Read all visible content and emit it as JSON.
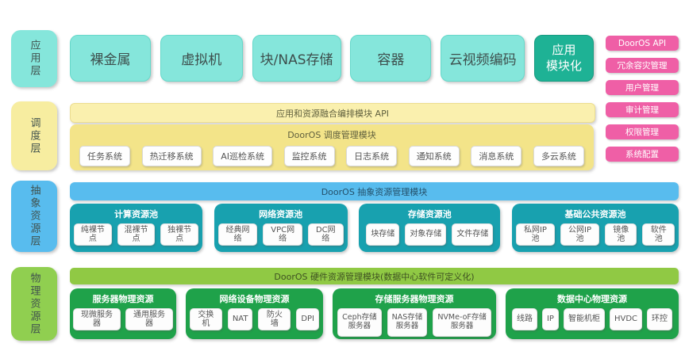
{
  "layers": {
    "app": {
      "label": "应用层",
      "boxes": [
        "裸金属",
        "虚拟机",
        "块/NAS存储",
        "容器",
        "云视频编码"
      ],
      "highlight": "应用\n模块化"
    },
    "management_panel": {
      "items": [
        "DoorOS API",
        "冗余容灾管理",
        "用户管理",
        "审计管理",
        "权限管理",
        "系统配置"
      ]
    },
    "scheduling": {
      "label": "调度层",
      "api_bar": "应用和资源融合编排模块 API",
      "module_title": "DoorOS 调度管理模块",
      "systems": [
        "任务系统",
        "热迁移系统",
        "AI巡检系统",
        "监控系统",
        "日志系统",
        "通知系统",
        "消息系统",
        "多云系统"
      ]
    },
    "abstract": {
      "label": "抽象资源层",
      "bar": "DoorOS 抽象资源管理模块",
      "pools": [
        {
          "title": "计算资源池",
          "items": [
            "纯裸节点",
            "混裸节点",
            "独裸节点"
          ]
        },
        {
          "title": "网络资源池",
          "items": [
            "经典网络",
            "VPC网络",
            "DC网络"
          ]
        },
        {
          "title": "存储资源池",
          "items": [
            "块存储",
            "对象存储",
            "文件存储"
          ]
        },
        {
          "title": "基础公共资源池",
          "items": [
            "私网IP池",
            "公网IP池",
            "镜像池",
            "软件池"
          ]
        }
      ]
    },
    "physical": {
      "label": "物理资源层",
      "bar": "DoorOS 硬件资源管理模块(数据中心软件可定义化)",
      "pools": [
        {
          "title": "服务器物理资源",
          "items": [
            "现微服务器",
            "通用服务器"
          ]
        },
        {
          "title": "网络设备物理资源",
          "items": [
            "交换机",
            "NAT",
            "防火墙",
            "DPI"
          ]
        },
        {
          "title": "存储服务器物理资源",
          "items": [
            "Ceph存储\n服务器",
            "NAS存储\n服务器",
            "NVMe-oF存储\n服务器"
          ]
        },
        {
          "title": "数据中心物理资源",
          "items": [
            "线路",
            "IP",
            "智能机柜",
            "HVDC",
            "环控"
          ]
        }
      ]
    }
  },
  "colors": {
    "app_box_aqua": "#85e6db",
    "app_highlight_teal": "#1eb295",
    "management_pink": "#ef5fa6",
    "scheduling_label_yellow": "#f7eda0",
    "api_bar_yellow": "#faf0ae",
    "scheduling_module_yellow": "#f3e489",
    "abstract_blue": "#58bcee",
    "abstract_pool_teal": "#18a1af",
    "physical_bar_green": "#90c944",
    "physical_pool_green": "#1fa24a"
  }
}
